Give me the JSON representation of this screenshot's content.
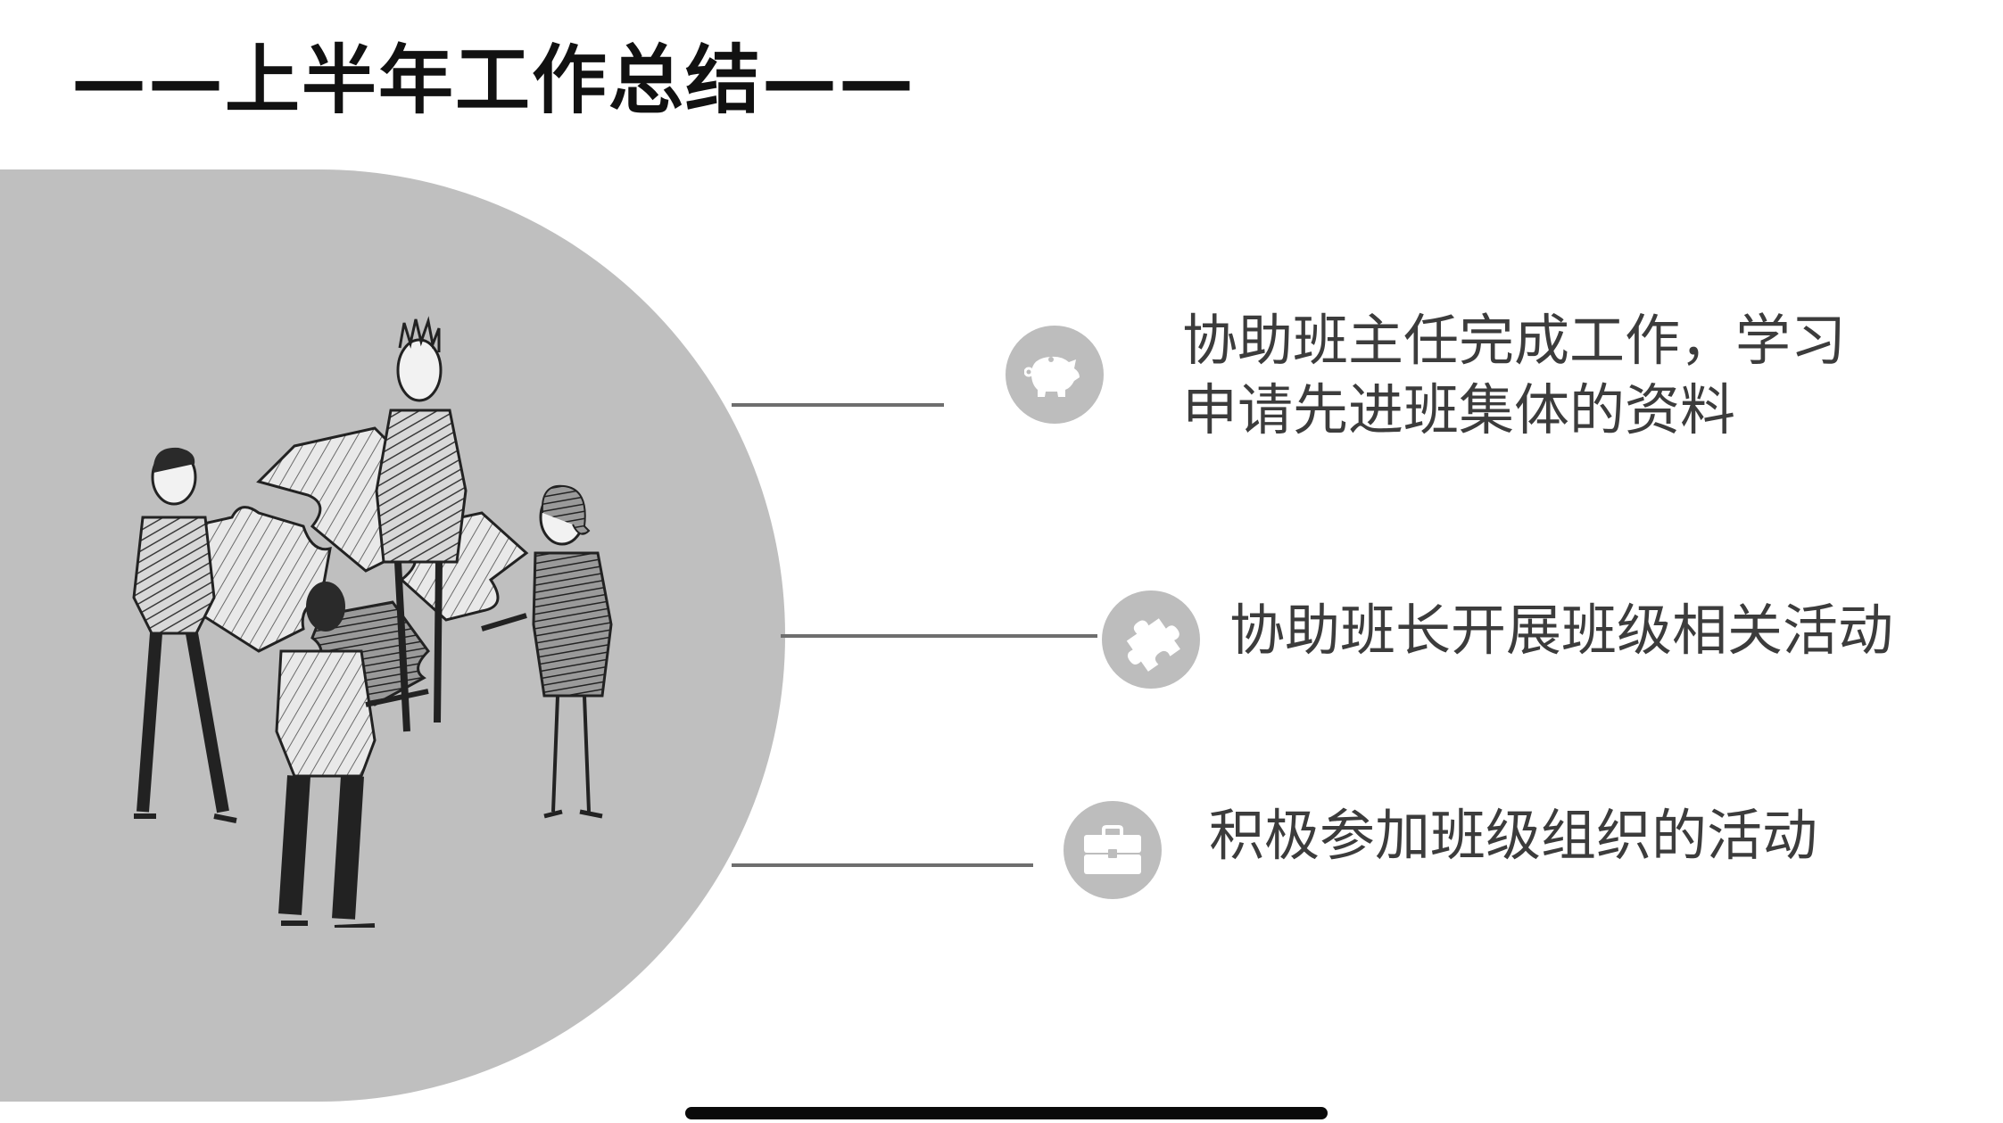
{
  "slide": {
    "title": "——上半年工作总结——"
  },
  "items": [
    {
      "icon": "piggy-bank-icon",
      "line1": "协助班主任完成工作，学习",
      "line2": "申请先进班集体的资料"
    },
    {
      "icon": "puzzle-piece-icon",
      "line1": "协助班长开展班级相关活动"
    },
    {
      "icon": "briefcase-icon",
      "line1": "积极参加班级组织的活动"
    }
  ],
  "colors": {
    "background": "#ffffff",
    "panel": "#bfbfbf",
    "icon_circle": "#bdbdbd",
    "connector": "#6e6e6e",
    "title_text": "#111111",
    "body_text": "#3c3c3c",
    "home_indicator": "#0a0a0a"
  }
}
